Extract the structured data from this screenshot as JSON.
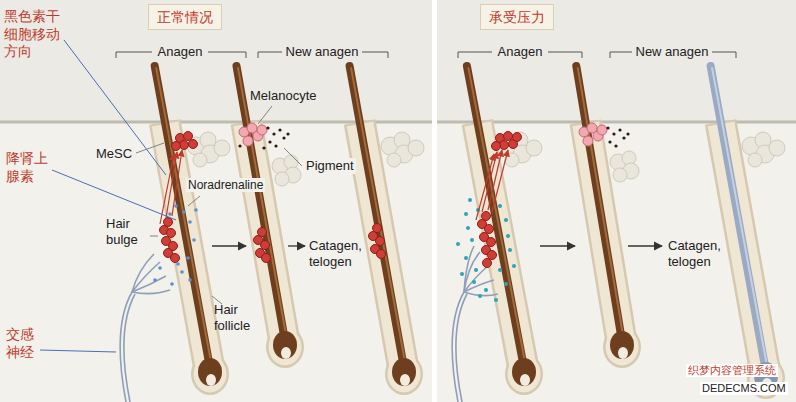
{
  "diagram": {
    "nodes": [
      {
        "text": [
          "正常情况"
        ]
      },
      {
        "text": [
          "承受压力"
        ]
      }
    ],
    "labels": [
      "黑色素干 细胞移动 方向",
      "降肾上 腺素",
      "交感 神经",
      "Anagen",
      "New anagen",
      "MeSC",
      "Melanocyte",
      "Pigment",
      "Noradrenaline",
      "Hair bulge",
      "Hair follicle",
      "Catagen, telogen",
      "Anagen",
      "New anagen",
      "Catagen, telogen",
      "织梦内容管理系统",
      "DEDECMS.COM"
    ]
  }
}
